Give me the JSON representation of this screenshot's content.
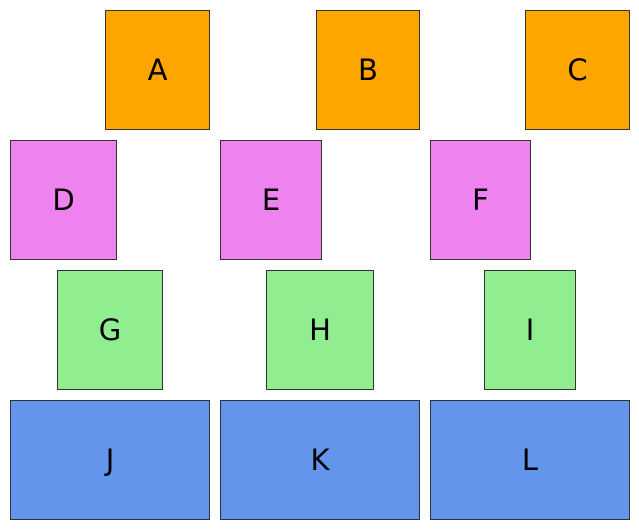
{
  "colors": {
    "row1": "#FFA500",
    "row2": "#EE82EE",
    "row3": "#90EE90",
    "row4": "#6495ED",
    "border": "#333333"
  },
  "rows": [
    {
      "boxes": [
        {
          "label": "A"
        },
        {
          "label": "B"
        },
        {
          "label": "C"
        }
      ]
    },
    {
      "boxes": [
        {
          "label": "D"
        },
        {
          "label": "E"
        },
        {
          "label": "F"
        }
      ]
    },
    {
      "boxes": [
        {
          "label": "G"
        },
        {
          "label": "H"
        },
        {
          "label": "I"
        }
      ]
    },
    {
      "boxes": [
        {
          "label": "J"
        },
        {
          "label": "K"
        },
        {
          "label": "L"
        }
      ]
    }
  ]
}
